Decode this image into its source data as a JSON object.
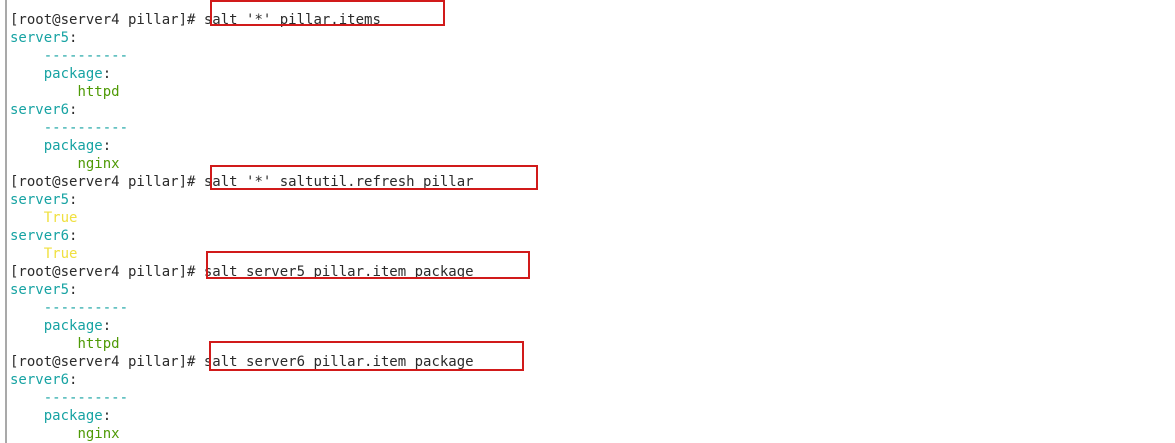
{
  "prompt": "[root@server4 pillar]#",
  "commands": {
    "c1": "salt '*' pillar.items",
    "c2": "salt '*' saltutil.refresh_pillar",
    "c3": "salt server5 pillar.item package",
    "c4": "salt server6 pillar.item package"
  },
  "hosts": {
    "server5": "server5",
    "server6": "server6"
  },
  "separator": "----------",
  "key_package": "package",
  "values": {
    "httpd": "httpd",
    "nginx": "nginx",
    "true": "True"
  },
  "colors": {
    "host": "#17a3a3",
    "value": "#4f9a06",
    "bool": "#f0e040",
    "highlight": "#d11a1a"
  }
}
